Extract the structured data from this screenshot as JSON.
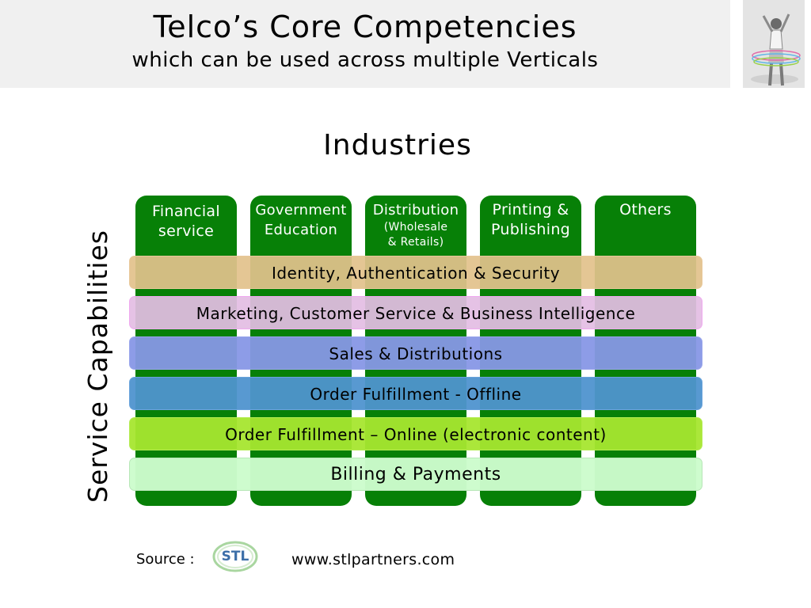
{
  "header": {
    "title": "Telco’s Core Competencies",
    "subtitle": "which can be used across multiple Verticals"
  },
  "diagram": {
    "industries_heading": "Industries",
    "side_label": "Service Capabilities",
    "columns": [
      {
        "line1": "Financial",
        "line2": "service",
        "sub1": "",
        "sub2": ""
      },
      {
        "line1": "Government",
        "line2": "Education",
        "sub1": "",
        "sub2": ""
      },
      {
        "line1": "Distribution",
        "line2": "",
        "sub1": "(Wholesale",
        "sub2": "& Retails)"
      },
      {
        "line1": "Printing &",
        "line2": "Publishing",
        "sub1": "",
        "sub2": ""
      },
      {
        "line1": "Others",
        "line2": "",
        "sub1": "",
        "sub2": ""
      }
    ],
    "bands": [
      {
        "label": "Identity, Authentication & Security",
        "color": "#e2c28c"
      },
      {
        "label": "Marketing, Customer Service & Business Intelligence",
        "color": "#e3bde3"
      },
      {
        "label": "Sales & Distributions",
        "color": "#8797e6"
      },
      {
        "label": "Order Fulfillment - Offline",
        "color": "#4f93cf"
      },
      {
        "label": "Order Fulfillment – Online (electronic content)",
        "color": "#a6e62f"
      },
      {
        "label": "Billing & Payments",
        "color": "#ccfccc"
      }
    ],
    "column_color": "#078007"
  },
  "footer": {
    "source_label": "Source :",
    "logo_text": "STL",
    "url": "www.stlpartners.com"
  }
}
